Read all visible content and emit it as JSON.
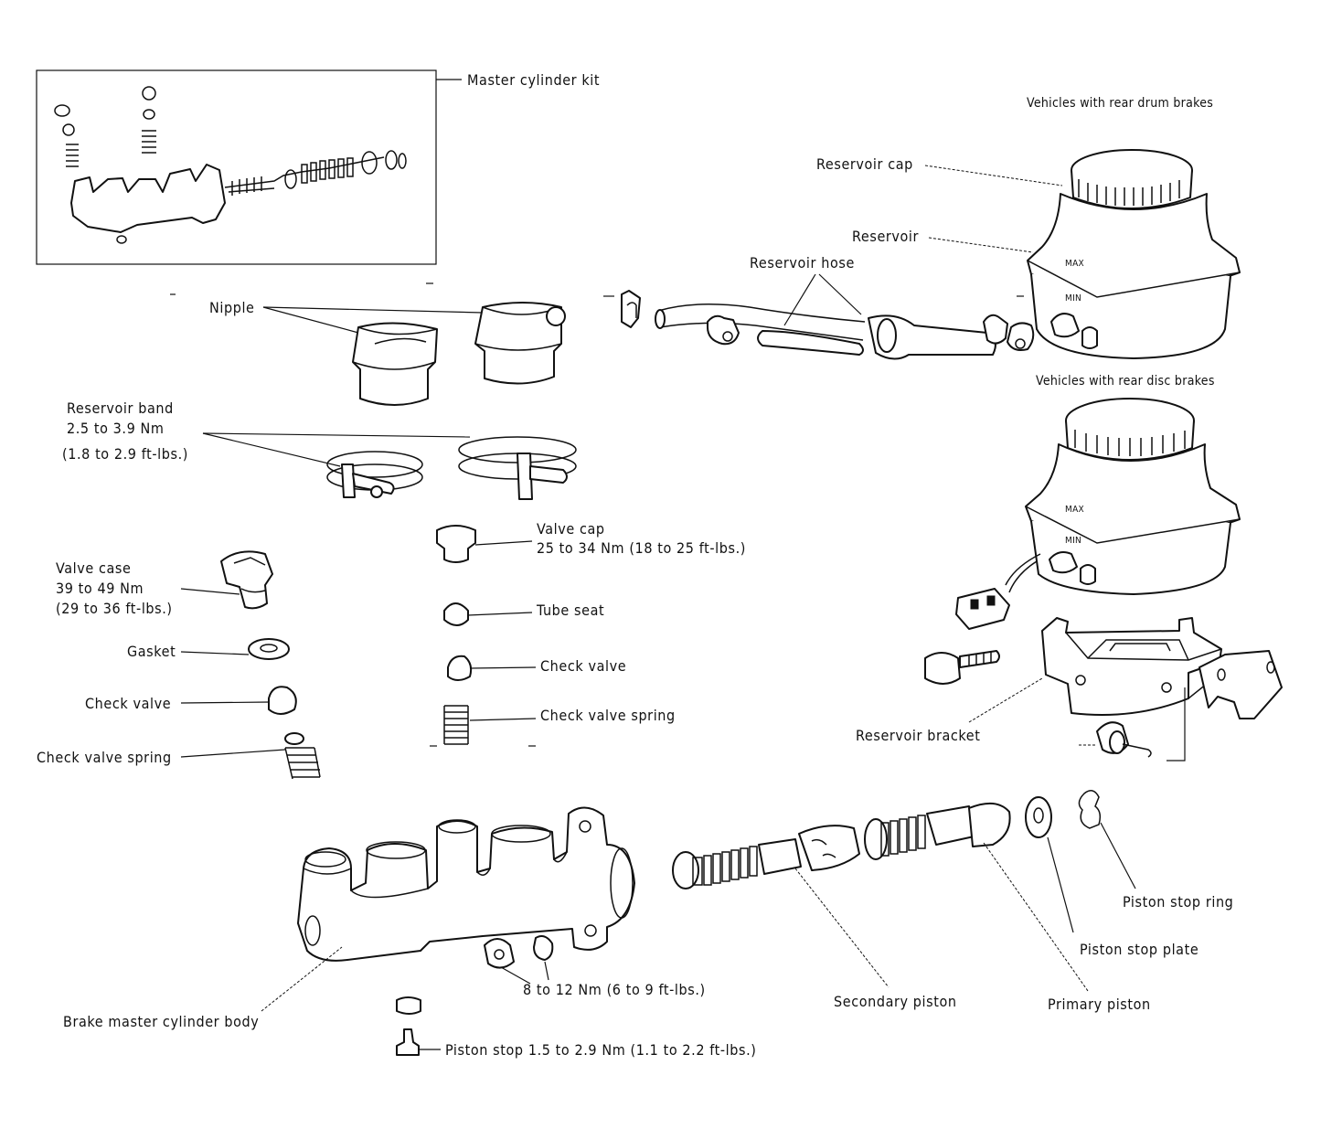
{
  "labels": {
    "master_cylinder_kit": "Master cylinder kit",
    "vehicles_rear_drum": "Vehicles with rear drum brakes",
    "vehicles_rear_disc": "Vehicles with rear disc brakes",
    "reservoir_cap": "Reservoir cap",
    "reservoir": "Reservoir",
    "reservoir_hose": "Reservoir hose",
    "nipple": "Nipple",
    "reservoir_band_title": "Reservoir band",
    "reservoir_band_torque_nm": "2.5 to 3.9 Nm",
    "reservoir_band_torque_ftlb": "(1.8 to 2.9 ft-lbs.)",
    "valve_cap_title": "Valve cap",
    "valve_cap_torque": "25 to 34 Nm (18 to 25 ft-lbs.)",
    "valve_case_title": "Valve case",
    "valve_case_torque_nm": "39 to 49 Nm",
    "valve_case_torque_ftlb": "(29 to 36 ft-lbs.)",
    "tube_seat": "Tube seat",
    "gasket": "Gasket",
    "check_valve_right": "Check valve",
    "check_valve_left": "Check valve",
    "check_valve_spring_right": "Check valve spring",
    "check_valve_spring_left": "Check valve spring",
    "reservoir_bracket": "Reservoir bracket",
    "piston_stop_ring": "Piston stop ring",
    "piston_stop_plate": "Piston stop plate",
    "body_torque": "8 to 12 Nm (6 to 9 ft-lbs.)",
    "secondary_piston": "Secondary piston",
    "primary_piston": "Primary piston",
    "brake_master_cylinder_body": "Brake master cylinder body",
    "piston_stop": "Piston stop 1.5 to 2.9 Nm (1.1 to 2.2 ft-lbs.)"
  }
}
